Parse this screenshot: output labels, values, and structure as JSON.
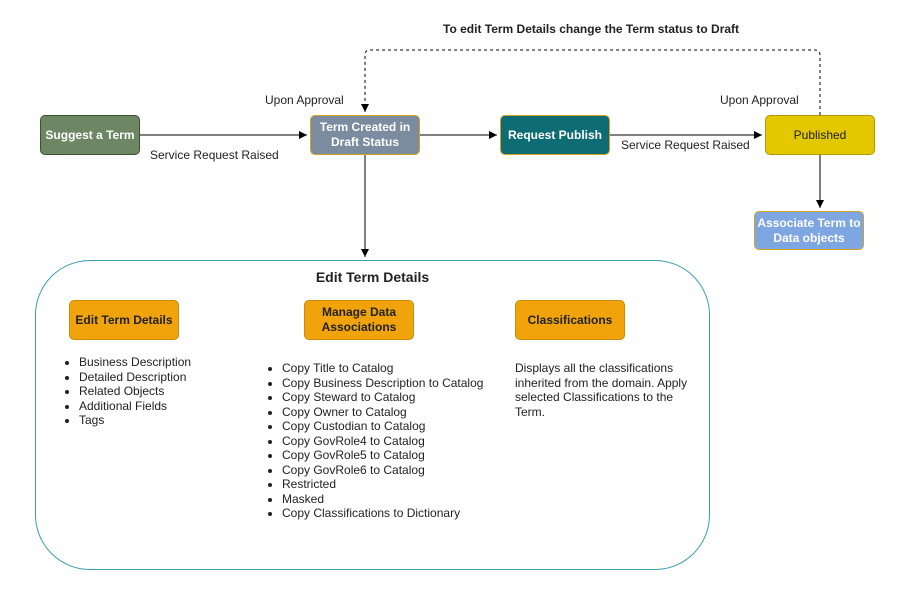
{
  "top_note": "To edit Term Details change the Term status to Draft",
  "nodes": {
    "suggest": "Suggest a Term",
    "created": "Term Created in Draft Status",
    "request_publish": "Request Publish",
    "published": "Published",
    "associate": "Associate Term to Data objects"
  },
  "edge_labels": {
    "upon_approval_1": "Upon Approval",
    "upon_approval_2": "Upon Approval",
    "service_request_1": "Service Request Raised",
    "service_request_2": "Service Request Raised"
  },
  "panel": {
    "title": "Edit Term Details",
    "sections": [
      {
        "title": "Edit Term Details",
        "items": [
          "Business Description",
          "Detailed Description",
          "Related Objects",
          "Additional Fields",
          "Tags"
        ]
      },
      {
        "title": "Manage Data Associations",
        "items": [
          "Copy Title to Catalog",
          "Copy Business Description to Catalog",
          "Copy Steward to Catalog",
          "Copy Owner to Catalog",
          "Copy Custodian to Catalog",
          "Copy GovRole4 to Catalog",
          "Copy GovRole5 to Catalog",
          "Copy GovRole6 to Catalog",
          "Restricted",
          "Masked",
          "Copy Classifications to Dictionary"
        ]
      },
      {
        "title": "Classifications",
        "description": "Displays all the classifications inherited from the domain. Apply selected Classifications to the Term."
      }
    ]
  },
  "colors": {
    "suggest": "#6d8764",
    "created": "#7b8ba0",
    "request_publish": "#0e6d74",
    "published": "#e3c800",
    "associate": "#7ea6e0",
    "section": "#f0a30a",
    "panel_border": "#3a9fae"
  }
}
